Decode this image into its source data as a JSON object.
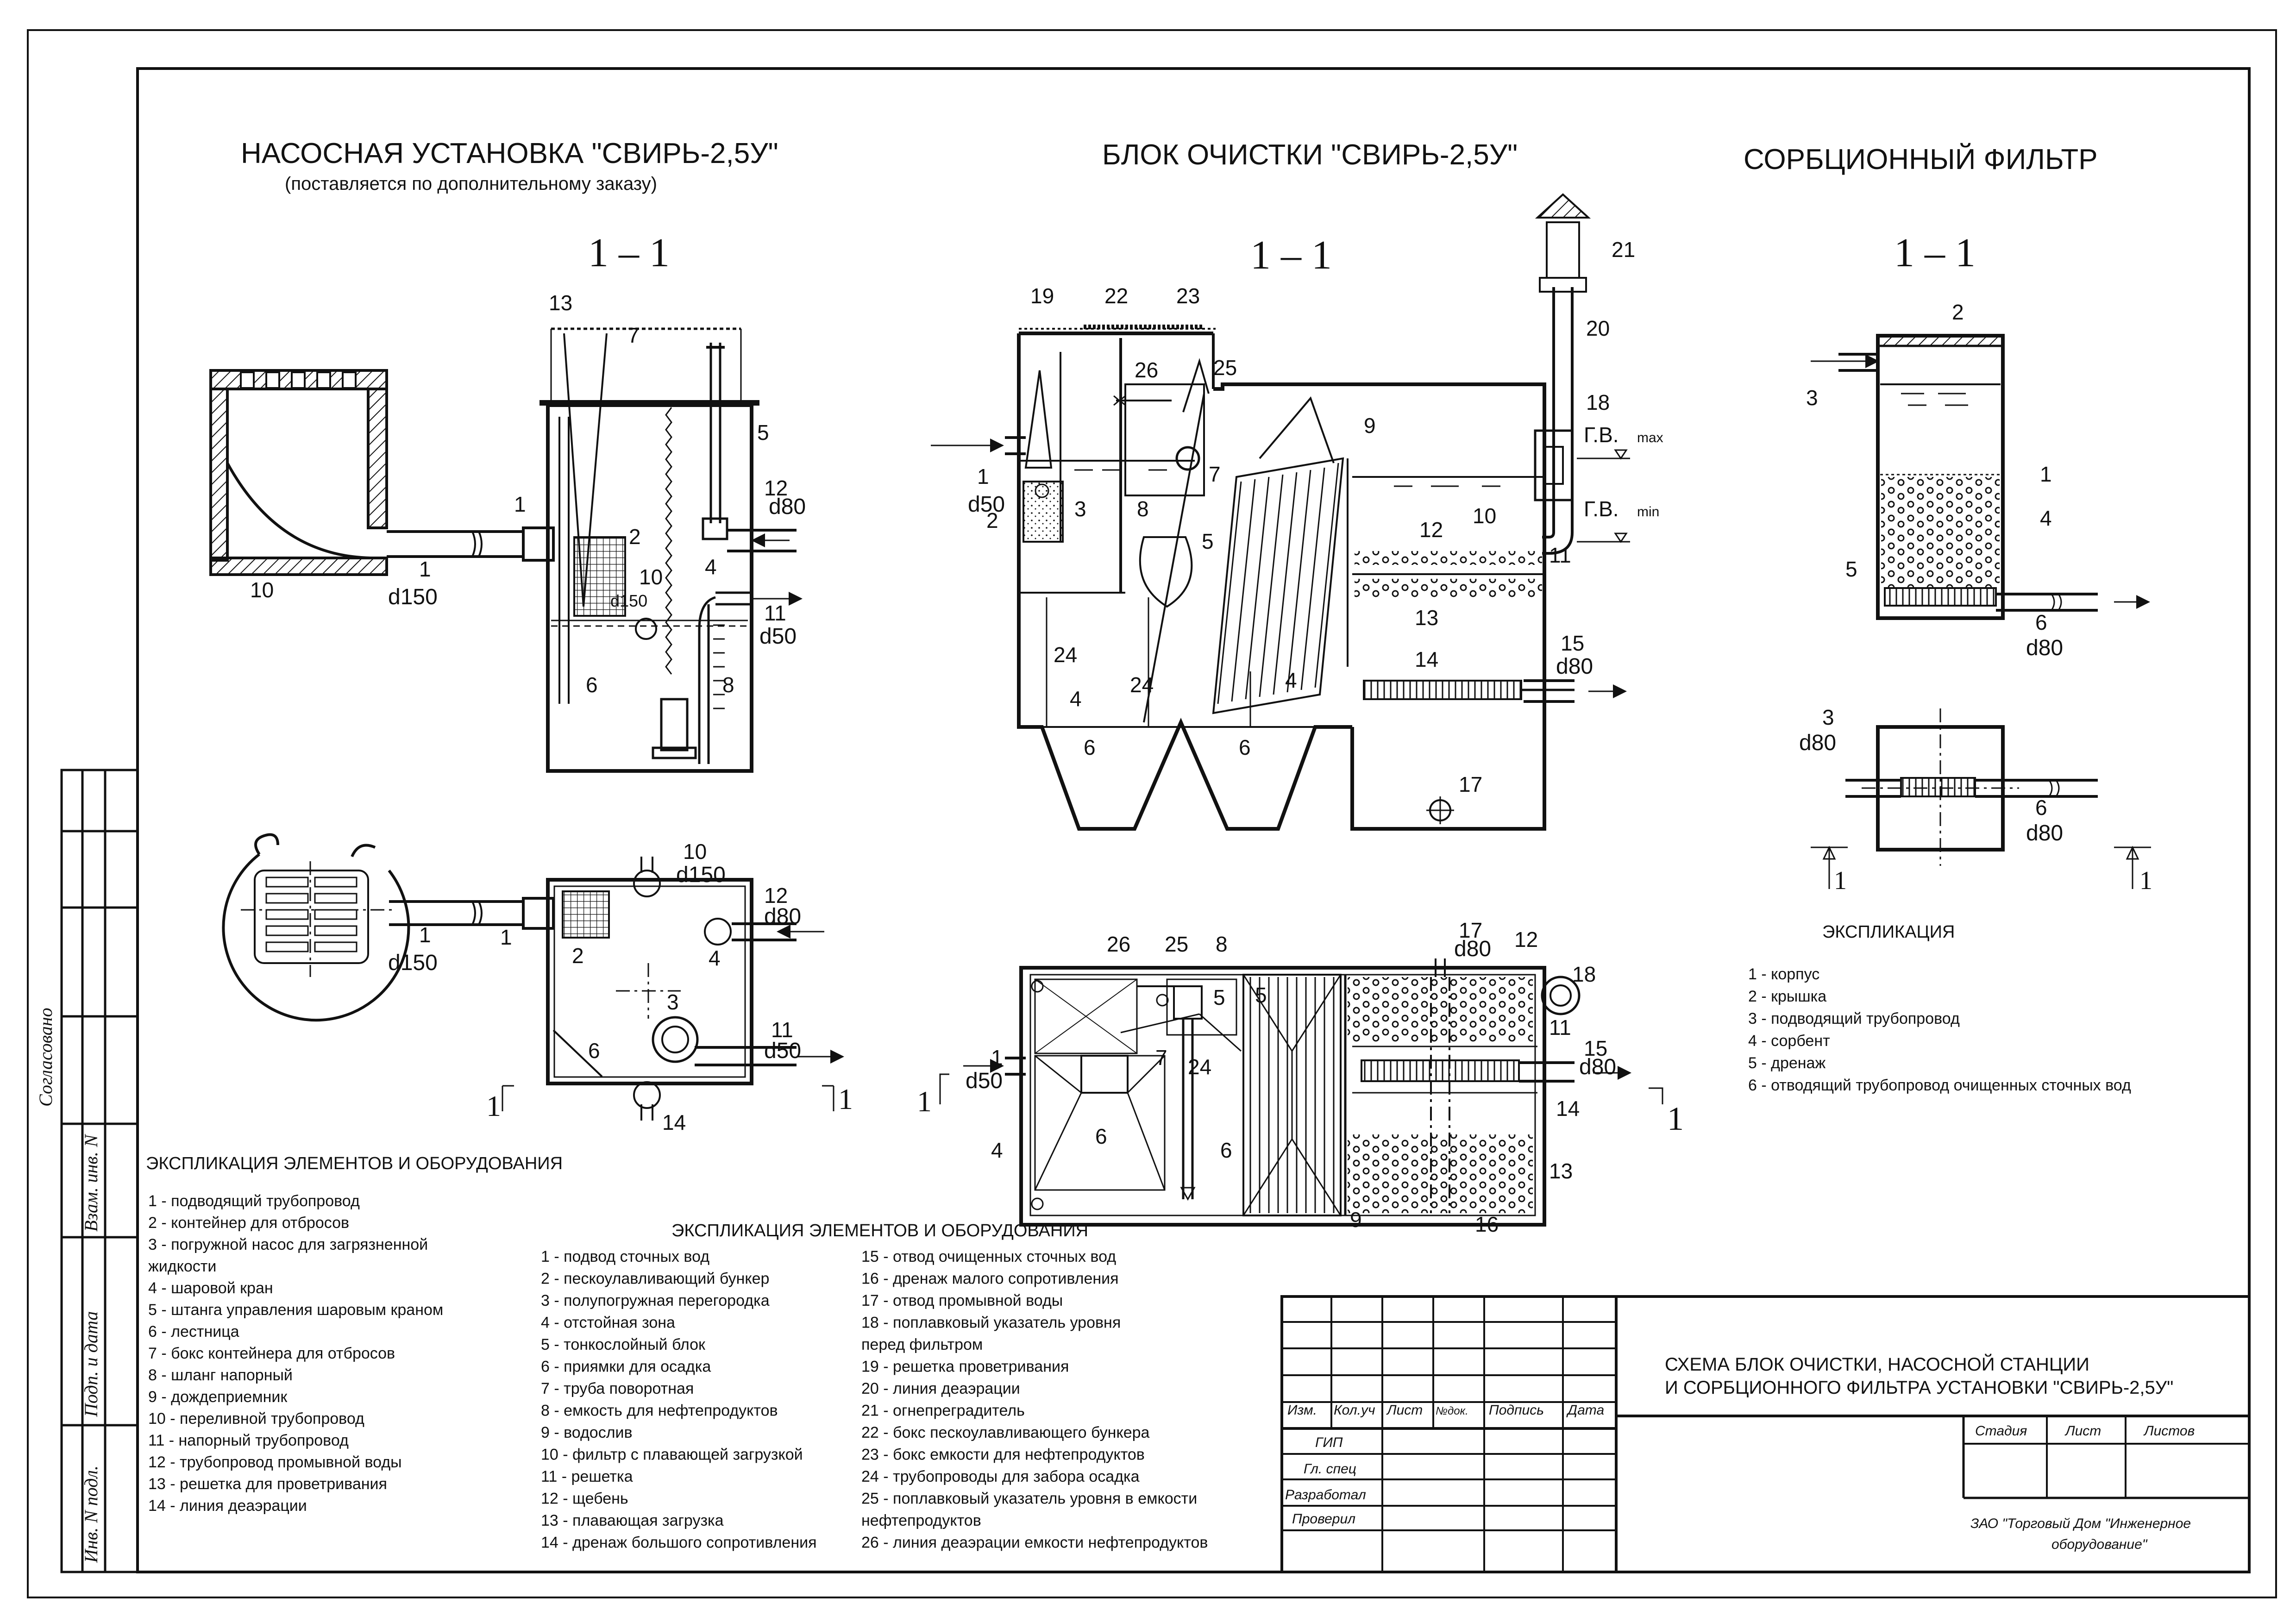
{
  "titles": {
    "pump": "НАСОСНАЯ УСТАНОВКА \"СВИРЬ-2,5У\"",
    "pump_note": "(поставляется по дополнительному заказу)",
    "clean": "БЛОК ОЧИСТКИ \"СВИРЬ-2,5У\"",
    "sorb": "СОРБЦИОННЫЙ ФИЛЬТР",
    "section": "1  –  1"
  },
  "pump_labels": {
    "inlet_no": "1",
    "inlet_d": "d150",
    "container_no": "2",
    "pump_no": "3",
    "valve_no": "4",
    "rod_no": "5",
    "box_no": "6",
    "hose_no": "7",
    "hose2_no": "8",
    "pit_no": "10",
    "overflow_no": "10",
    "overflow_d": "d150",
    "press_no": "11",
    "press_d": "d50",
    "wash_no": "12",
    "wash_d": "d80",
    "grid_no": "13",
    "deaer_no": "14"
  },
  "clean_labels": {
    "n1": "1",
    "d1": "d50",
    "n2": "2",
    "n3": "3",
    "n4": "4",
    "n5": "5",
    "n6": "6",
    "n7": "7",
    "n8": "8",
    "n9": "9",
    "n10": "10",
    "n11": "11",
    "n12": "12",
    "n13": "13",
    "n14": "14",
    "n15": "15",
    "d15": "d80",
    "n16": "16",
    "n17": "17",
    "d17": "d80",
    "n18": "18",
    "n19": "19",
    "n20": "20",
    "n21": "21",
    "n22": "22",
    "n23": "23",
    "n24": "24",
    "n25": "25",
    "n26": "26",
    "gv": "Г.В.",
    "max": "max",
    "min": "min",
    "cut": "1"
  },
  "sorb_labels": {
    "n1": "1",
    "n2": "2",
    "n3": "3",
    "n4": "4",
    "n5": "5",
    "n6": "6",
    "d80": "d80",
    "cut": "1"
  },
  "legend_sorb": {
    "title": "ЭКСПЛИКАЦИЯ",
    "items": [
      "1 - корпус",
      "2 - крышка",
      "3 - подводящий трубопровод",
      "4 - сорбент",
      "5 - дренаж",
      "6 - отводящий трубопровод очищенных сточных вод"
    ]
  },
  "legend_pump": {
    "title": "ЭКСПЛИКАЦИЯ ЭЛЕМЕНТОВ И ОБОРУДОВАНИЯ",
    "items": [
      "1 - подводящий трубопровод",
      "2 - контейнер для отбросов",
      "3 - погружной насос для загрязненной",
      "      жидкости",
      "4 - шаровой кран",
      "5 - штанга управления шаровым краном",
      "6 - лестница",
      "7 - бокс контейнера для отбросов",
      "8 - шланг напорный",
      "9 - дождеприемник",
      "10 - переливной трубопровод",
      "11 - напорный трубопровод",
      "12 - трубопровод промывной воды",
      "13 - решетка для  проветривания",
      "14 - линия деаэрации"
    ]
  },
  "legend_clean": {
    "title": "ЭКСПЛИКАЦИЯ ЭЛЕМЕНТОВ И ОБОРУДОВАНИЯ",
    "col1": [
      "1 - подвод сточных вод",
      "2 - пескоулавливающий бункер",
      "3 - полупогружная перегородка",
      "4 - отстойная зона",
      "5 - тонкослойный блок",
      "6 - приямки для осадка",
      "7 - труба поворотная",
      "8 - емкость для нефтепродуктов",
      "9 - водослив",
      "10 - фильтр с плавающей загрузкой",
      "11 - решетка",
      "12 - щебень",
      "13 - плавающая загрузка",
      "14 - дренаж большого сопротивления"
    ],
    "col2": [
      "15 - отвод очищенных сточных вод",
      "16 - дренаж малого сопротивления",
      "17 - отвод промывной воды",
      "18 - поплавковый указатель уровня",
      "       перед фильтром",
      "19 - решетка проветривания",
      "20 - линия деаэрации",
      "21 - огнепреградитель",
      "22 - бокс пескоулавливающего бункера",
      "23 - бокс емкости для нефтепродуктов",
      "24 -  трубопроводы для забора осадка",
      "25 - поплавковый указатель уровня в емкости",
      "       нефтепродуктов",
      "26 - линия деаэрации емкости нефтепродуктов"
    ]
  },
  "side_stamp": {
    "agreed": "Согласовано",
    "inv_replace": "Взам. инв. N",
    "sign_date": "Подп. и дата",
    "inv_orig": "Инв. N подл."
  },
  "title_block": {
    "head": [
      "Изм.",
      "Кол.уч",
      "Лист",
      "№док.",
      "Подпись",
      "Дата"
    ],
    "roles": [
      "ГИП",
      "Гл. спец",
      "Разработал",
      "Проверил"
    ],
    "stage_head": [
      "Стадия",
      "Лист",
      "Листов"
    ],
    "drawing_title_1": "СХЕМА БЛОК ОЧИСТКИ, НАСОСНОЙ СТАНЦИИ",
    "drawing_title_2": "И СОРБЦИОННОГО ФИЛЬТРА УСТАНОВКИ \"СВИРЬ-2,5У\"",
    "company_1": "ЗАО \"Торговый Дом \"Инженерное",
    "company_2": "оборудование\""
  }
}
